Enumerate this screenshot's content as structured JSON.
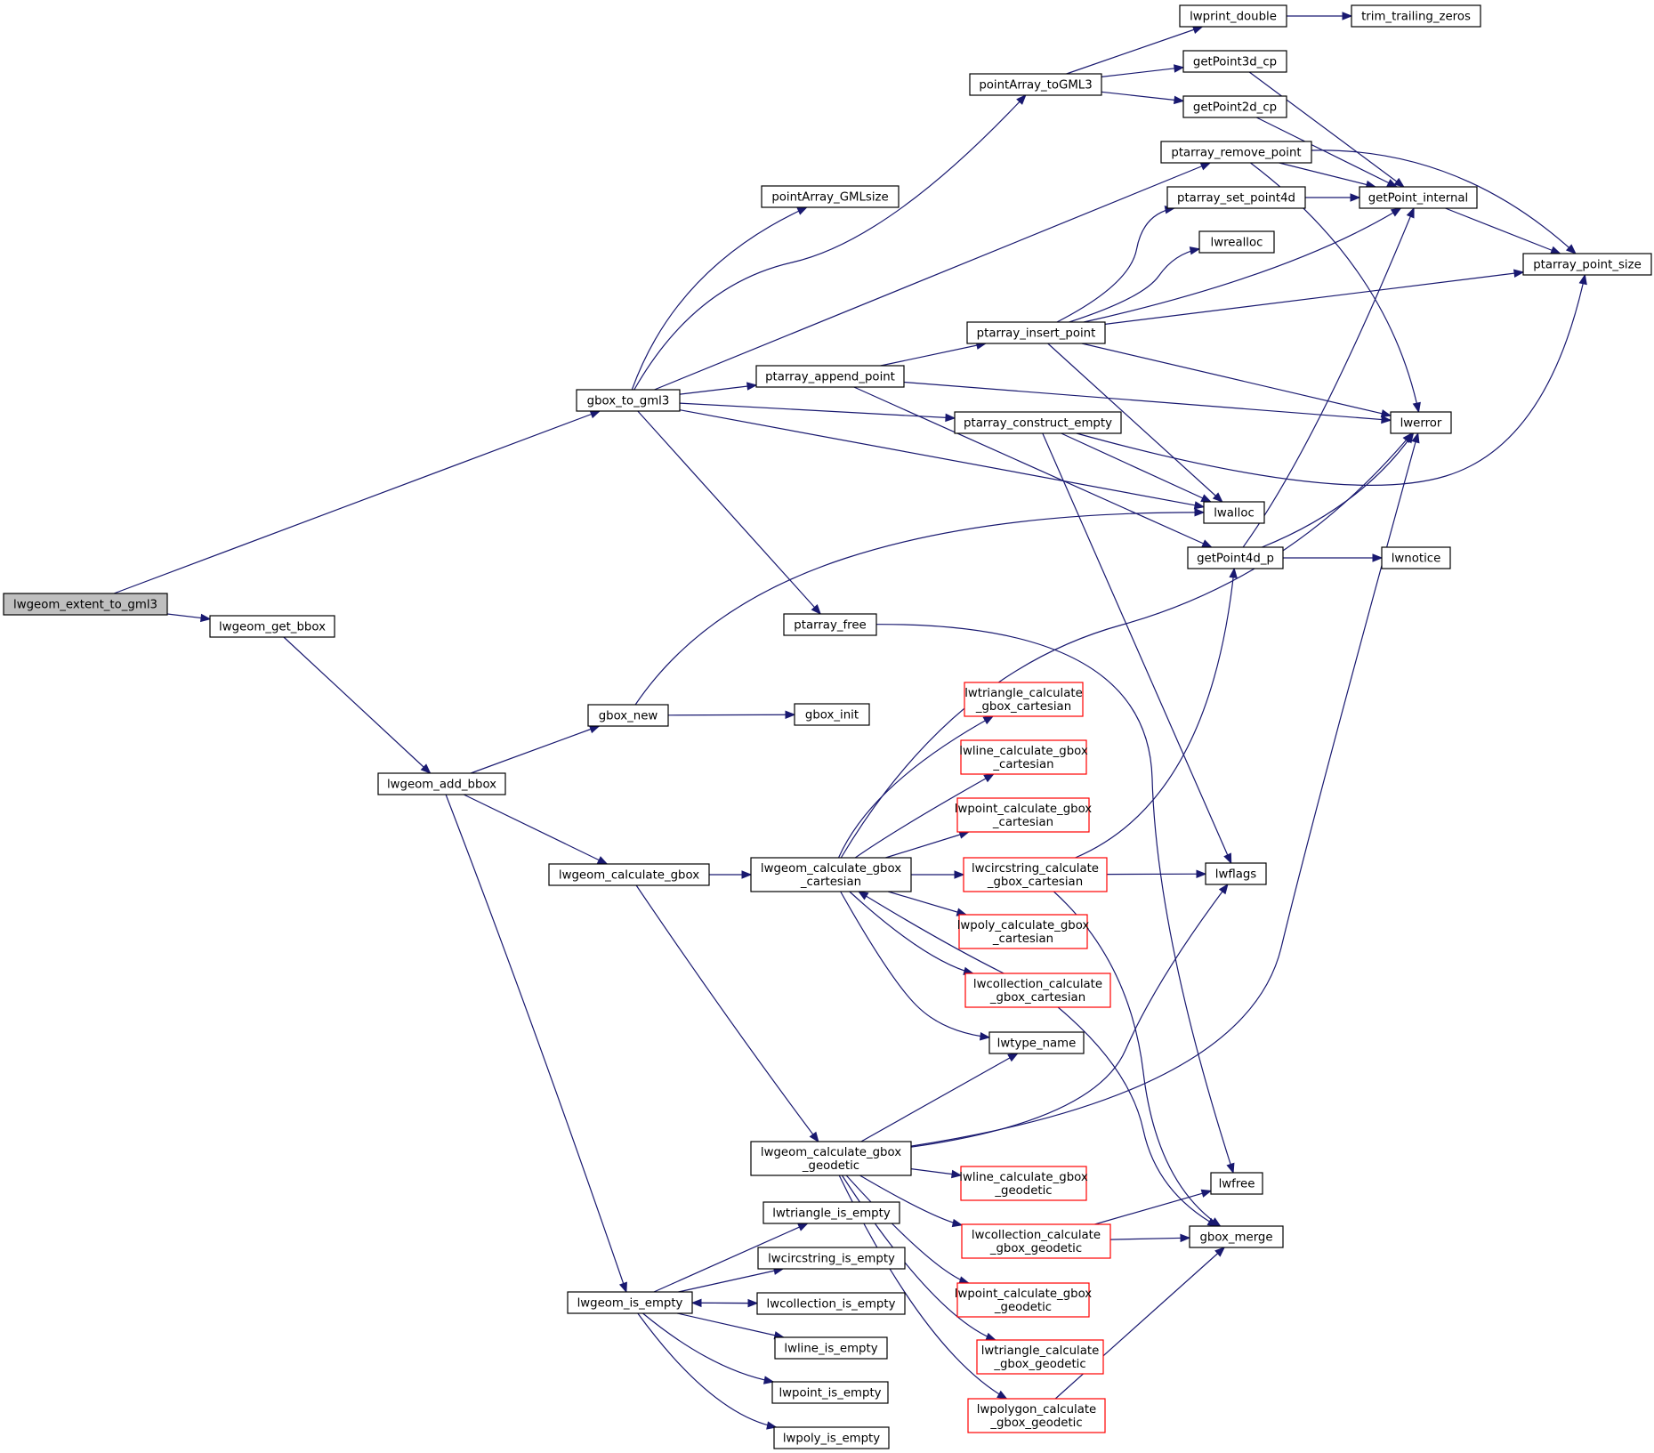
{
  "colors": {
    "edge": "#191970",
    "node_border": "#000000",
    "truncated_node_border": "#ff0000",
    "root_fill": "#bfbfbf",
    "node_fill": "#ffffff"
  },
  "nodes": [
    {
      "id": "lwgeom_extent_to_gml3",
      "lines": [
        "lwgeom_extent_to_gml3"
      ],
      "root": true
    },
    {
      "id": "lwgeom_get_bbox",
      "lines": [
        "lwgeom_get_bbox"
      ]
    },
    {
      "id": "gbox_to_gml3",
      "lines": [
        "gbox_to_gml3"
      ]
    },
    {
      "id": "lwgeom_add_bbox",
      "lines": [
        "lwgeom_add_bbox"
      ]
    },
    {
      "id": "pointArray_GMLsize",
      "lines": [
        "pointArray_GMLsize"
      ]
    },
    {
      "id": "pointArray_toGML3",
      "lines": [
        "pointArray_toGML3"
      ]
    },
    {
      "id": "ptarray_append_point",
      "lines": [
        "ptarray_append_point"
      ]
    },
    {
      "id": "ptarray_construct_empty",
      "lines": [
        "ptarray_construct_empty"
      ]
    },
    {
      "id": "ptarray_free",
      "lines": [
        "ptarray_free"
      ]
    },
    {
      "id": "ptarray_remove_point",
      "lines": [
        "ptarray_remove_point"
      ]
    },
    {
      "id": "lwprint_double",
      "lines": [
        "lwprint_double"
      ]
    },
    {
      "id": "trim_trailing_zeros",
      "lines": [
        "trim_trailing_zeros"
      ]
    },
    {
      "id": "getPoint3d_cp",
      "lines": [
        "getPoint3d_cp"
      ]
    },
    {
      "id": "getPoint2d_cp",
      "lines": [
        "getPoint2d_cp"
      ]
    },
    {
      "id": "getPoint_internal",
      "lines": [
        "getPoint_internal"
      ]
    },
    {
      "id": "ptarray_point_size",
      "lines": [
        "ptarray_point_size"
      ]
    },
    {
      "id": "ptarray_set_point4d",
      "lines": [
        "ptarray_set_point4d"
      ]
    },
    {
      "id": "lwrealloc",
      "lines": [
        "lwrealloc"
      ]
    },
    {
      "id": "ptarray_insert_point",
      "lines": [
        "ptarray_insert_point"
      ]
    },
    {
      "id": "lwerror",
      "lines": [
        "lwerror"
      ]
    },
    {
      "id": "lwalloc",
      "lines": [
        "lwalloc"
      ]
    },
    {
      "id": "getPoint4d_p",
      "lines": [
        "getPoint4d_p"
      ]
    },
    {
      "id": "lwnotice",
      "lines": [
        "lwnotice"
      ]
    },
    {
      "id": "gbox_new",
      "lines": [
        "gbox_new"
      ]
    },
    {
      "id": "gbox_init",
      "lines": [
        "gbox_init"
      ]
    },
    {
      "id": "lwgeom_calculate_gbox",
      "lines": [
        "lwgeom_calculate_gbox"
      ]
    },
    {
      "id": "lwgeom_calculate_gbox_cartesian",
      "lines": [
        "lwgeom_calculate_gbox",
        "_cartesian"
      ]
    },
    {
      "id": "lwtriangle_calculate_gbox_cartesian",
      "lines": [
        "lwtriangle_calculate",
        "_gbox_cartesian"
      ],
      "truncated": true
    },
    {
      "id": "lwline_calculate_gbox_cartesian",
      "lines": [
        "lwline_calculate_gbox",
        "_cartesian"
      ],
      "truncated": true
    },
    {
      "id": "lwpoint_calculate_gbox_cartesian",
      "lines": [
        "lwpoint_calculate_gbox",
        "_cartesian"
      ],
      "truncated": true
    },
    {
      "id": "lwcircstring_calculate_gbox_cartesian",
      "lines": [
        "lwcircstring_calculate",
        "_gbox_cartesian"
      ],
      "truncated": true
    },
    {
      "id": "lwflags",
      "lines": [
        "lwflags"
      ]
    },
    {
      "id": "lwpoly_calculate_gbox_cartesian",
      "lines": [
        "lwpoly_calculate_gbox",
        "_cartesian"
      ],
      "truncated": true
    },
    {
      "id": "lwcollection_calculate_gbox_cartesian",
      "lines": [
        "lwcollection_calculate",
        "_gbox_cartesian"
      ],
      "truncated": true
    },
    {
      "id": "lwtype_name",
      "lines": [
        "lwtype_name"
      ]
    },
    {
      "id": "lwgeom_calculate_gbox_geodetic",
      "lines": [
        "lwgeom_calculate_gbox",
        "_geodetic"
      ]
    },
    {
      "id": "lwline_calculate_gbox_geodetic",
      "lines": [
        "lwline_calculate_gbox",
        "_geodetic"
      ],
      "truncated": true
    },
    {
      "id": "lwfree",
      "lines": [
        "lwfree"
      ]
    },
    {
      "id": "lwcollection_calculate_gbox_geodetic",
      "lines": [
        "lwcollection_calculate",
        "_gbox_geodetic"
      ],
      "truncated": true
    },
    {
      "id": "gbox_merge",
      "lines": [
        "gbox_merge"
      ]
    },
    {
      "id": "lwpoint_calculate_gbox_geodetic",
      "lines": [
        "lwpoint_calculate_gbox",
        "_geodetic"
      ],
      "truncated": true
    },
    {
      "id": "lwtriangle_calculate_gbox_geodetic",
      "lines": [
        "lwtriangle_calculate",
        "_gbox_geodetic"
      ],
      "truncated": true
    },
    {
      "id": "lwpolygon_calculate_gbox_geodetic",
      "lines": [
        "lwpolygon_calculate",
        "_gbox_geodetic"
      ],
      "truncated": true
    },
    {
      "id": "lwgeom_is_empty",
      "lines": [
        "lwgeom_is_empty"
      ]
    },
    {
      "id": "lwtriangle_is_empty",
      "lines": [
        "lwtriangle_is_empty"
      ]
    },
    {
      "id": "lwcircstring_is_empty",
      "lines": [
        "lwcircstring_is_empty"
      ]
    },
    {
      "id": "lwcollection_is_empty",
      "lines": [
        "lwcollection_is_empty"
      ]
    },
    {
      "id": "lwline_is_empty",
      "lines": [
        "lwline_is_empty"
      ]
    },
    {
      "id": "lwpoint_is_empty",
      "lines": [
        "lwpoint_is_empty"
      ]
    },
    {
      "id": "lwpoly_is_empty",
      "lines": [
        "lwpoly_is_empty"
      ]
    }
  ],
  "edges": [
    [
      "lwgeom_extent_to_gml3",
      "gbox_to_gml3"
    ],
    [
      "lwgeom_extent_to_gml3",
      "lwgeom_get_bbox"
    ],
    [
      "lwgeom_get_bbox",
      "lwgeom_add_bbox"
    ],
    [
      "gbox_to_gml3",
      "pointArray_GMLsize"
    ],
    [
      "gbox_to_gml3",
      "pointArray_toGML3"
    ],
    [
      "gbox_to_gml3",
      "ptarray_remove_point"
    ],
    [
      "gbox_to_gml3",
      "ptarray_append_point"
    ],
    [
      "gbox_to_gml3",
      "ptarray_construct_empty"
    ],
    [
      "gbox_to_gml3",
      "lwalloc"
    ],
    [
      "gbox_to_gml3",
      "ptarray_free"
    ],
    [
      "pointArray_toGML3",
      "lwprint_double"
    ],
    [
      "pointArray_toGML3",
      "getPoint3d_cp"
    ],
    [
      "pointArray_toGML3",
      "getPoint2d_cp"
    ],
    [
      "lwprint_double",
      "trim_trailing_zeros"
    ],
    [
      "getPoint3d_cp",
      "getPoint_internal"
    ],
    [
      "getPoint2d_cp",
      "getPoint_internal"
    ],
    [
      "ptarray_remove_point",
      "getPoint_internal"
    ],
    [
      "ptarray_remove_point",
      "ptarray_point_size"
    ],
    [
      "ptarray_remove_point",
      "lwerror"
    ],
    [
      "ptarray_set_point4d",
      "getPoint_internal"
    ],
    [
      "getPoint_internal",
      "ptarray_point_size"
    ],
    [
      "ptarray_insert_point",
      "ptarray_set_point4d"
    ],
    [
      "ptarray_insert_point",
      "lwrealloc"
    ],
    [
      "ptarray_insert_point",
      "getPoint_internal"
    ],
    [
      "ptarray_insert_point",
      "ptarray_point_size"
    ],
    [
      "ptarray_insert_point",
      "lwerror"
    ],
    [
      "ptarray_insert_point",
      "lwalloc"
    ],
    [
      "ptarray_append_point",
      "ptarray_insert_point"
    ],
    [
      "ptarray_append_point",
      "lwerror"
    ],
    [
      "ptarray_append_point",
      "getPoint4d_p"
    ],
    [
      "ptarray_construct_empty",
      "lwalloc"
    ],
    [
      "ptarray_construct_empty",
      "ptarray_point_size"
    ],
    [
      "ptarray_construct_empty",
      "lwflags"
    ],
    [
      "getPoint4d_p",
      "getPoint_internal"
    ],
    [
      "getPoint4d_p",
      "lwerror"
    ],
    [
      "getPoint4d_p",
      "lwnotice"
    ],
    [
      "ptarray_free",
      "lwfree"
    ],
    [
      "lwgeom_add_bbox",
      "gbox_new"
    ],
    [
      "lwgeom_add_bbox",
      "lwgeom_calculate_gbox"
    ],
    [
      "lwgeom_add_bbox",
      "lwgeom_is_empty"
    ],
    [
      "gbox_new",
      "lwalloc"
    ],
    [
      "gbox_new",
      "gbox_init"
    ],
    [
      "lwgeom_calculate_gbox",
      "lwgeom_calculate_gbox_cartesian"
    ],
    [
      "lwgeom_calculate_gbox",
      "lwgeom_calculate_gbox_geodetic"
    ],
    [
      "lwgeom_calculate_gbox_cartesian",
      "lwerror"
    ],
    [
      "lwgeom_calculate_gbox_cartesian",
      "lwtriangle_calculate_gbox_cartesian"
    ],
    [
      "lwgeom_calculate_gbox_cartesian",
      "lwline_calculate_gbox_cartesian"
    ],
    [
      "lwgeom_calculate_gbox_cartesian",
      "lwpoint_calculate_gbox_cartesian"
    ],
    [
      "lwgeom_calculate_gbox_cartesian",
      "lwcircstring_calculate_gbox_cartesian"
    ],
    [
      "lwgeom_calculate_gbox_cartesian",
      "lwpoly_calculate_gbox_cartesian"
    ],
    [
      "lwgeom_calculate_gbox_cartesian",
      "lwcollection_calculate_gbox_cartesian"
    ],
    [
      "lwgeom_calculate_gbox_cartesian",
      "lwtype_name"
    ],
    [
      "lwcircstring_calculate_gbox_cartesian",
      "getPoint4d_p"
    ],
    [
      "lwcircstring_calculate_gbox_cartesian",
      "lwflags"
    ],
    [
      "lwcircstring_calculate_gbox_cartesian",
      "gbox_merge"
    ],
    [
      "lwcollection_calculate_gbox_cartesian",
      "lwgeom_calculate_gbox_cartesian"
    ],
    [
      "lwcollection_calculate_gbox_cartesian",
      "gbox_merge"
    ],
    [
      "lwgeom_calculate_gbox_geodetic",
      "lwtype_name"
    ],
    [
      "lwgeom_calculate_gbox_geodetic",
      "lwflags"
    ],
    [
      "lwgeom_calculate_gbox_geodetic",
      "lwerror"
    ],
    [
      "lwgeom_calculate_gbox_geodetic",
      "lwline_calculate_gbox_geodetic"
    ],
    [
      "lwgeom_calculate_gbox_geodetic",
      "lwcollection_calculate_gbox_geodetic"
    ],
    [
      "lwgeom_calculate_gbox_geodetic",
      "lwpoint_calculate_gbox_geodetic"
    ],
    [
      "lwgeom_calculate_gbox_geodetic",
      "lwtriangle_calculate_gbox_geodetic"
    ],
    [
      "lwgeom_calculate_gbox_geodetic",
      "lwpolygon_calculate_gbox_geodetic"
    ],
    [
      "lwcollection_calculate_gbox_geodetic",
      "lwfree"
    ],
    [
      "lwcollection_calculate_gbox_geodetic",
      "gbox_merge"
    ],
    [
      "lwpolygon_calculate_gbox_geodetic",
      "gbox_merge"
    ],
    [
      "lwgeom_is_empty",
      "lwtriangle_is_empty"
    ],
    [
      "lwgeom_is_empty",
      "lwcircstring_is_empty"
    ],
    [
      "lwgeom_is_empty",
      "lwcollection_is_empty"
    ],
    [
      "lwcollection_is_empty",
      "lwgeom_is_empty"
    ],
    [
      "lwgeom_is_empty",
      "lwline_is_empty"
    ],
    [
      "lwgeom_is_empty",
      "lwpoint_is_empty"
    ],
    [
      "lwgeom_is_empty",
      "lwpoly_is_empty"
    ]
  ]
}
